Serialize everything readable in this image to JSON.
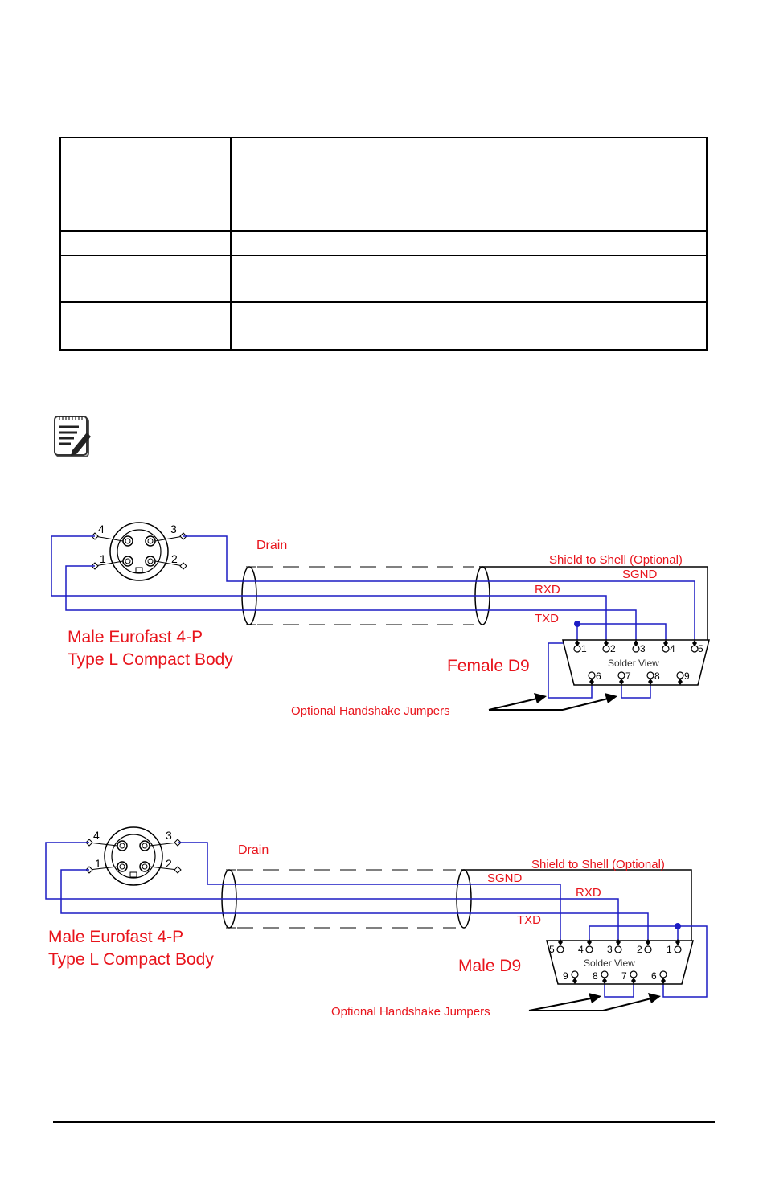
{
  "colors": {
    "wire": "#1c1cc4",
    "label": "#e8141c",
    "line": "#000000"
  },
  "diagram1": {
    "connector_title_line1": "Male Eurofast 4-P",
    "connector_title_line2": "Type L  Compact Body",
    "pin_labels": [
      "4",
      "3",
      "1",
      "2"
    ],
    "drain_label": "Drain",
    "shield_label": "Shield to Shell (Optional)",
    "sgnd_label": "SGND",
    "rxd_label": "RXD",
    "txd_label": "TXD",
    "d9_title": "Female D9",
    "solder_view_label": "Solder View",
    "top_pins": [
      "1",
      "2",
      "3",
      "4",
      "5"
    ],
    "bottom_pins": [
      "6",
      "7",
      "8",
      "9"
    ],
    "jumper_label": "Optional Handshake Jumpers"
  },
  "diagram2": {
    "connector_title_line1": "Male Eurofast 4-P",
    "connector_title_line2": "Type L  Compact Body",
    "pin_labels": [
      "4",
      "3",
      "1",
      "2"
    ],
    "drain_label": "Drain",
    "shield_label": "Shield to Shell (Optional)",
    "sgnd_label": "SGND",
    "rxd_label": "RXD",
    "txd_label": "TXD",
    "d9_title": "Male D9",
    "solder_view_label": "Solder View",
    "top_pins": [
      "5",
      "4",
      "3",
      "2",
      "1"
    ],
    "bottom_pins": [
      "9",
      "8",
      "7",
      "6"
    ],
    "jumper_label": "Optional Handshake Jumpers"
  }
}
